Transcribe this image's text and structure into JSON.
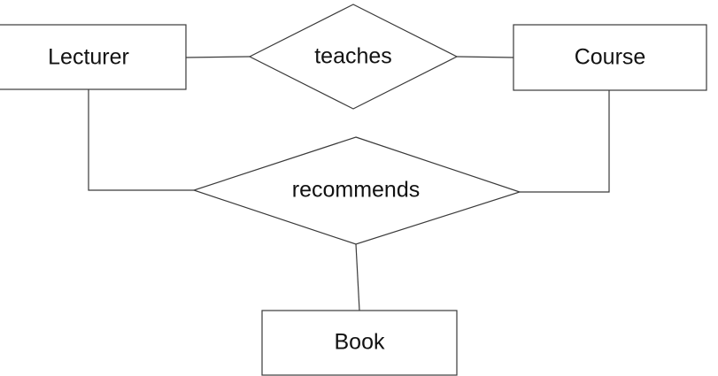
{
  "diagram": {
    "entities": {
      "lecturer": "Lecturer",
      "course": "Course",
      "book": "Book"
    },
    "relationships": {
      "teaches": "teaches",
      "recommends": "recommends"
    }
  }
}
